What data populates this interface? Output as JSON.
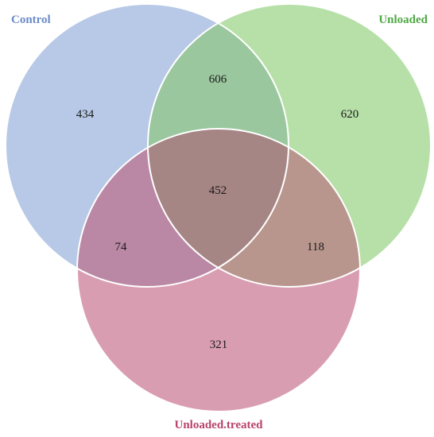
{
  "diagram": {
    "type": "venn-3",
    "sets": [
      {
        "id": "A",
        "name": "Control",
        "label_color": "#6b8bc9",
        "fill_color": "#b7c9e6"
      },
      {
        "id": "B",
        "name": "Unloaded",
        "label_color": "#4fa844",
        "fill_color": "#b6e0a8"
      },
      {
        "id": "C",
        "name": "Unloaded.treated",
        "label_color": "#b8426c",
        "fill_color": "#d99db2"
      }
    ],
    "regions": {
      "A_only": "434",
      "B_only": "620",
      "C_only": "321",
      "AB": "606",
      "AC": "74",
      "BC": "118",
      "ABC": "452"
    },
    "colors": {
      "AB": "#9ac79e",
      "AC": "#ba88a4",
      "BC": "#b8968d",
      "ABC": "#a68585",
      "outline": "#ffffff"
    }
  }
}
